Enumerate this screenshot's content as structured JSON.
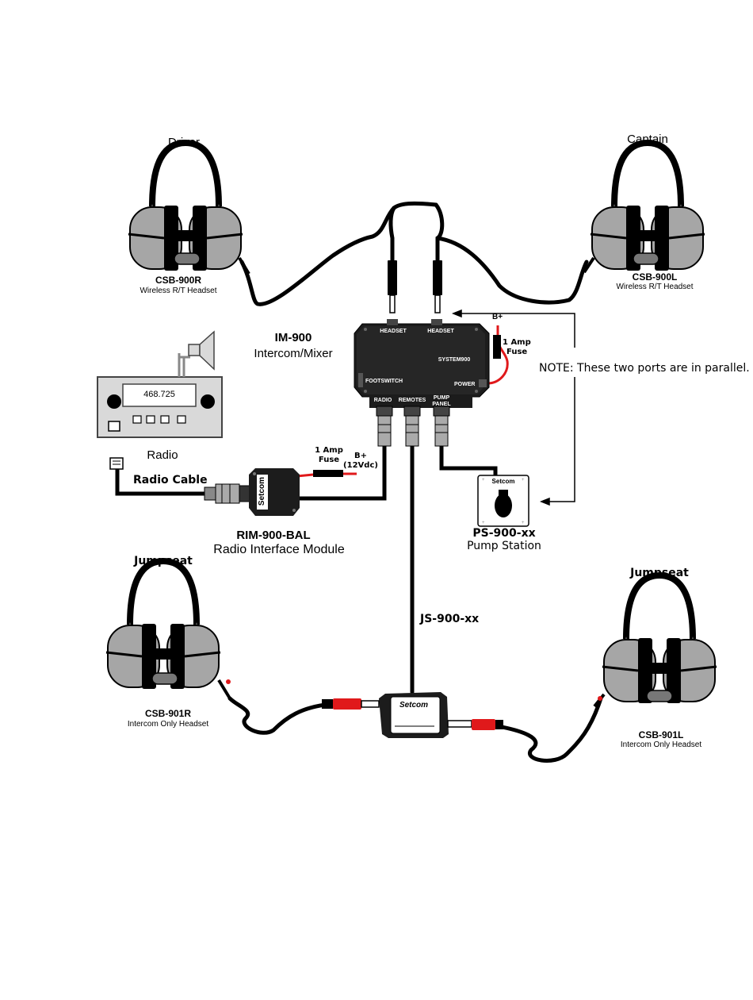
{
  "headsets": {
    "driver": {
      "role": "Driver",
      "model": "CSB-900R",
      "desc": "Wireless R/T Headset"
    },
    "captain": {
      "role": "Captain",
      "model": "CSB-900L",
      "desc": "Wireless R/T Headset"
    },
    "jumpseat_left": {
      "role": "Jumpseat",
      "model": "CSB-901R",
      "desc": "Intercom Only  Headset"
    },
    "jumpseat_right": {
      "role": "Jumpseat",
      "model": "CSB-901L",
      "desc": "Intercom Only  Headset"
    }
  },
  "intercom": {
    "model": "IM-900",
    "desc": "Intercom/Mixer",
    "ports": {
      "headset_1": "HEADSET",
      "headset_2": "HEADSET",
      "system": "SYSTEM900",
      "footswitch": "FOOTSWITCH",
      "power": "POWER",
      "radio": "RADIO",
      "remotes": "REMOTES",
      "pump_panel_1": "PUMP",
      "pump_panel_2": "PANEL"
    }
  },
  "power": {
    "bplus_top": "B+",
    "fuse_top_1": "1 Amp",
    "fuse_top_2": "Fuse",
    "fuse_rim_1": "1 Amp",
    "fuse_rim_2": "Fuse",
    "bplus_rim_1": "B+",
    "bplus_rim_2": "(12Vdc)"
  },
  "note": "NOTE: These two ports are in parallel.",
  "radio": {
    "label": "Radio",
    "display": "468.725",
    "cable": "Radio Cable"
  },
  "rim": {
    "model": "RIM-900-BAL",
    "desc": "Radio Interface Module",
    "brand": "Setcom"
  },
  "pump_station": {
    "model": "PS-900-xx",
    "desc": "Pump Station",
    "brand": "Setcom"
  },
  "jumpseat_box": {
    "model": "JS-900-xx",
    "brand": "Setcom"
  },
  "colors": {
    "cable": "#000000",
    "plug_red": "#e0191b",
    "cup_gray": "#a6a6a6",
    "box_dark": "#1c1c1c"
  }
}
